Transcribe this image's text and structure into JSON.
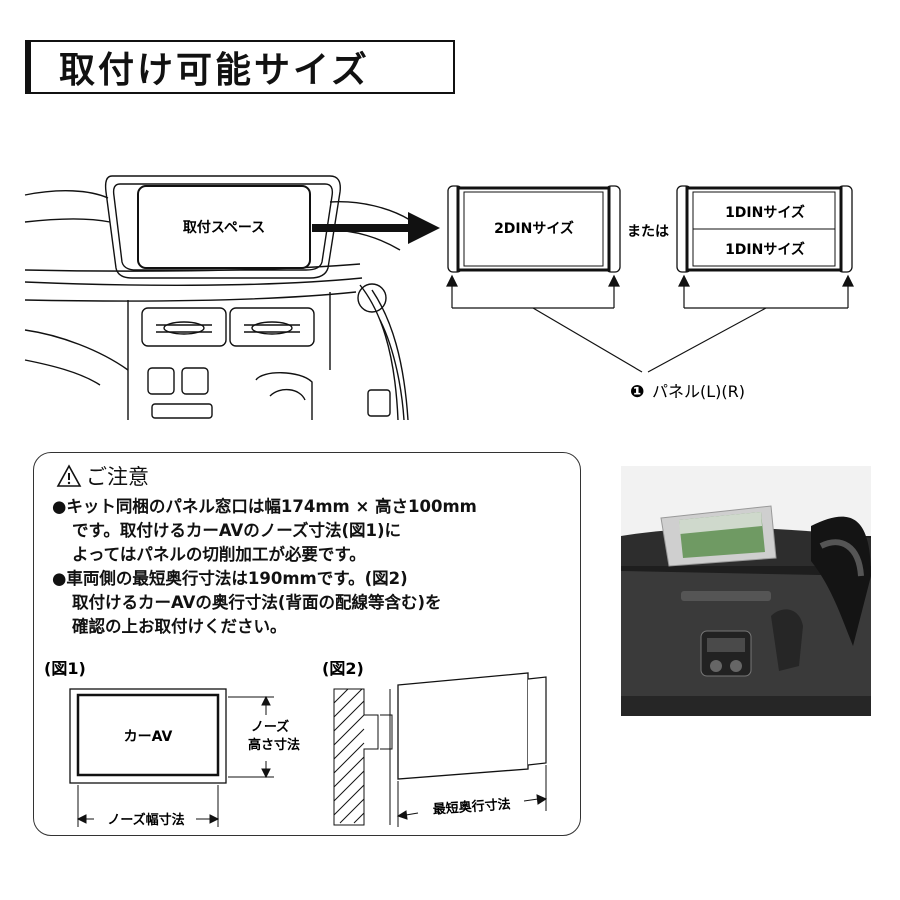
{
  "title": "取付け可能サイズ",
  "diagram": {
    "install_space_label": "取付スペース",
    "size_2din_label": "2DINサイズ",
    "or_label": "または",
    "size_1din_top_label": "1DINサイズ",
    "size_1din_bottom_label": "1DINサイズ",
    "panel_number": "❶",
    "panel_label": "パネル(L)(R)"
  },
  "notice": {
    "heading": "ご注意",
    "lines": [
      "●キット同梱のパネル窓口は幅174mm × 高さ100mm",
      "です。取付けるカーAVのノーズ寸法(図1)に",
      "よってはパネルの切削加工が必要です。",
      "●車両側の最短奥行寸法は190mmです。(図2)",
      "取付けるカーAVの奥行寸法(背面の配線等含む)を",
      "確認の上お取付けください。"
    ],
    "fig1": {
      "label": "(図1)",
      "inner_label": "カーAV",
      "height_label_1": "ノーズ",
      "height_label_2": "高さ寸法",
      "width_label": "ノーズ幅寸法"
    },
    "fig2": {
      "label": "(図2)",
      "depth_label": "最短奥行寸法"
    }
  },
  "photo": {
    "colors": {
      "dash": "#2a2a2a",
      "screen": "#6f9a63",
      "sky": "#cfd9cc",
      "frame": "#c9c9c9"
    }
  }
}
